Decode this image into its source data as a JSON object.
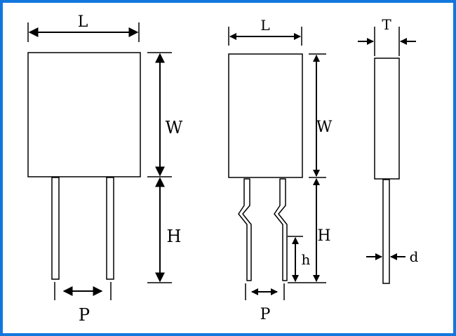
{
  "border_color": "#1177dd",
  "ink_color": "#000000",
  "body_fill": "#ffffff",
  "labels": {
    "left_length": "L",
    "left_width": "W",
    "left_height": "H",
    "left_pitch": "P",
    "mid_length": "L",
    "mid_width": "W",
    "mid_height": "H",
    "mid_kink_height": "h",
    "mid_pitch": "P",
    "side_thickness": "T",
    "side_lead_diameter": "d"
  }
}
